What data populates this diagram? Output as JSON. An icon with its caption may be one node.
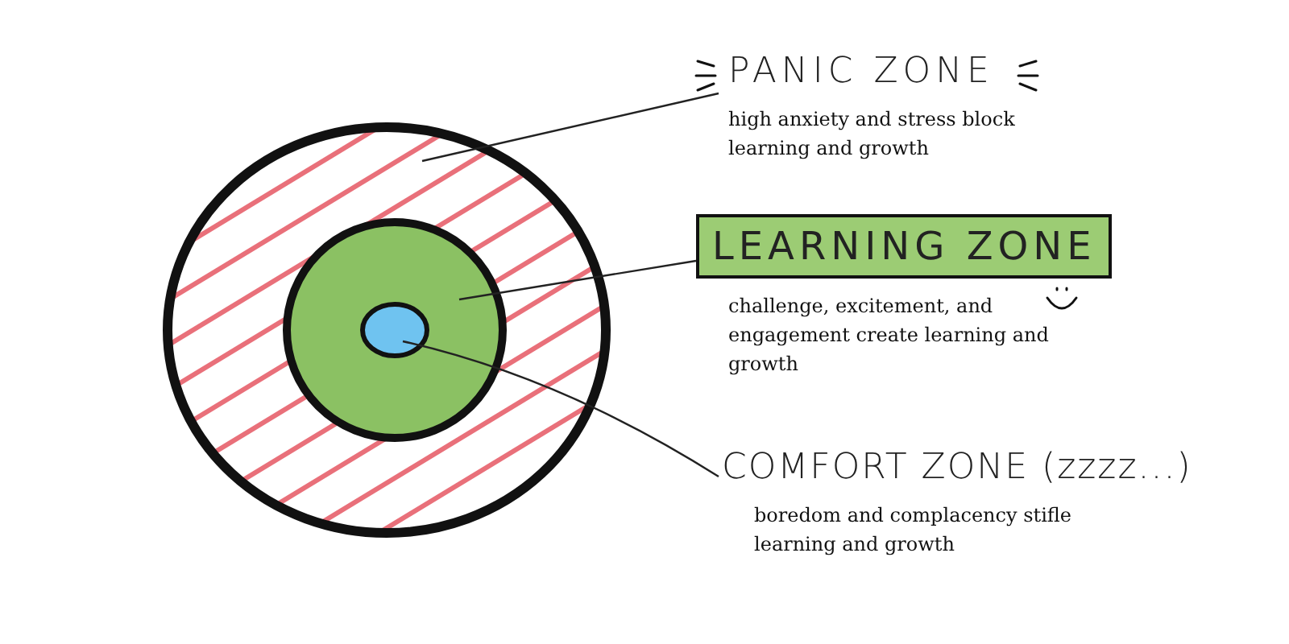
{
  "diagram": {
    "nodes": [
      {
        "text": [],
        "shape": "circle"
      },
      {
        "text": [],
        "shape": "circle",
        "in": 0
      },
      {
        "text": [],
        "shape": "circle",
        "in": 1
      },
      {
        "text": [
          "PANIC ZONE",
          "high anxiety and stress block learning and growth"
        ]
      },
      {
        "text": [
          "LEARNING ZONE",
          "challenge, excitement, and engagement create learning and growth"
        ]
      },
      {
        "text": [
          "COMFORT ZONE (zzzz...)",
          "boredom and complacency stifle learning and growth"
        ]
      }
    ],
    "edges": [
      {
        "from": 3,
        "to": 0,
        "arrow": "none"
      },
      {
        "from": 4,
        "to": 1,
        "arrow": "none"
      },
      {
        "from": 5,
        "to": 2,
        "arrow": "none"
      }
    ]
  }
}
